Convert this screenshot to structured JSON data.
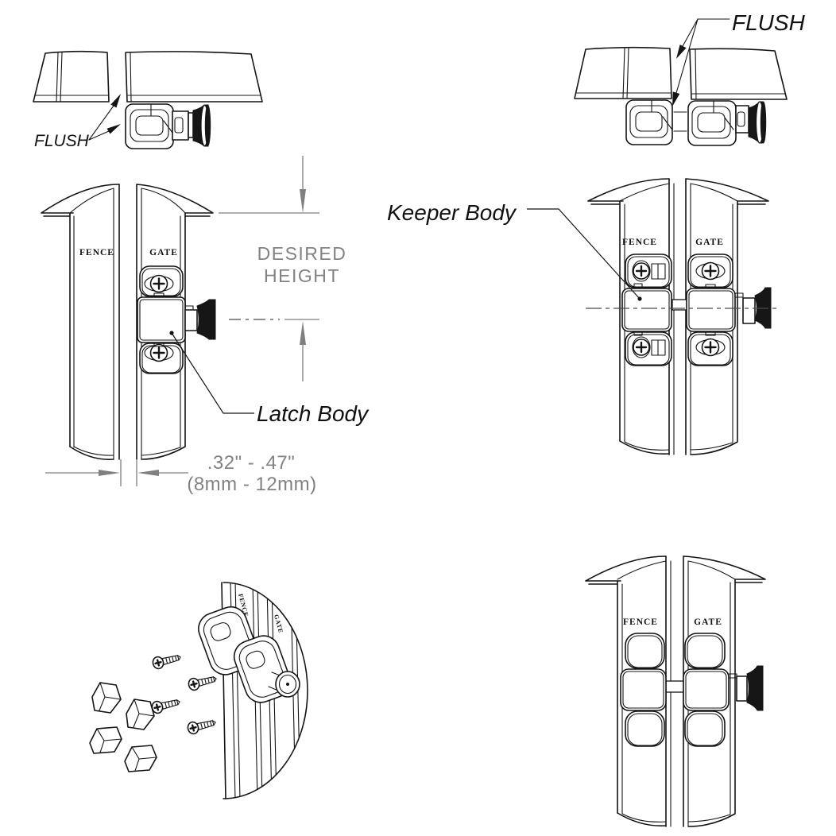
{
  "labels": {
    "flush": "FLUSH",
    "keeper_body": "Keeper Body",
    "latch_body": "Latch Body",
    "desired_height_line1": "DESIRED",
    "desired_height_line2": "HEIGHT",
    "gap_inches": ".32\" - .47\"",
    "gap_metric": "(8mm - 12mm)",
    "fence": "FENCE",
    "gate": "GATE"
  },
  "colors": {
    "line": "#141414",
    "dimension": "#828282",
    "background": "#ffffff"
  }
}
